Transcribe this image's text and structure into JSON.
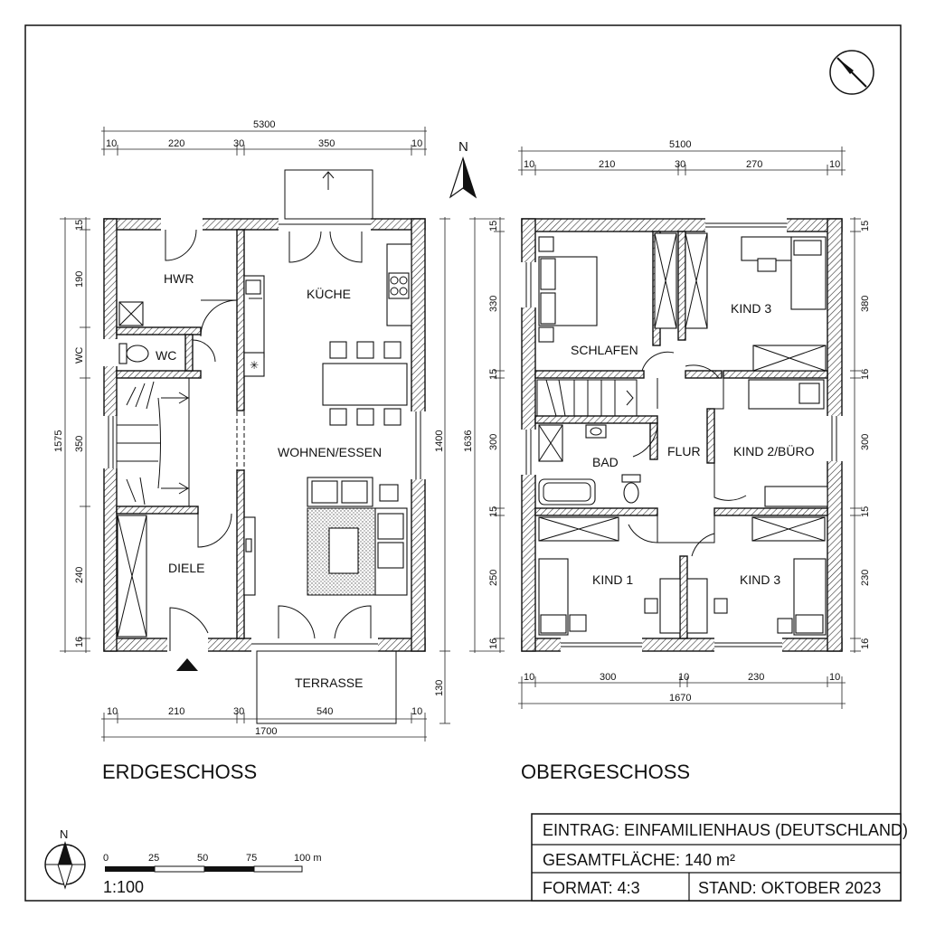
{
  "floors": {
    "ground": {
      "title": "ERDGESCHOSS",
      "rooms": {
        "hwr": "HWR",
        "wc": "WC",
        "kueche": "KÜCHE",
        "wohnen": "WOHNEN/ESSEN",
        "diele": "DIELE",
        "terrasse": "TERRASSE"
      },
      "dims_top": {
        "total": "5300",
        "a": "10",
        "b": "220",
        "c": "30",
        "d": "350",
        "e": "10"
      },
      "dims_bottom": {
        "total": "1700",
        "a": "10",
        "b": "210",
        "c": "30",
        "d": "540",
        "e": "10"
      },
      "dims_left": {
        "total": "1575",
        "a": "15",
        "b": "190",
        "c": "WC",
        "d": "350",
        "e": "240",
        "f": "16"
      },
      "dims_right": {
        "total": "1400",
        "a": "130"
      }
    },
    "upper": {
      "title": "OBERGESCHOSS",
      "rooms": {
        "schlafen": "SCHLAFEN",
        "kind3_top": "KIND 3",
        "bad": "BAD",
        "flur": "FLUR",
        "kind2": "KIND 2/BÜRO",
        "kind1": "KIND 1",
        "kind3_bottom": "KIND 3"
      },
      "dims_top": {
        "total": "5100",
        "a": "10",
        "b": "210",
        "c": "30",
        "d": "270",
        "e": "10"
      },
      "dims_bottom": {
        "total": "1670",
        "a": "10",
        "b": "300",
        "c": "10",
        "d": "230",
        "e": "10"
      },
      "dims_left": {
        "total": "1636",
        "a": "15",
        "b": "330",
        "c": "15",
        "d": "300",
        "e": "15",
        "f": "250",
        "g": "16"
      },
      "dims_right": {
        "a": "15",
        "b": "380",
        "c": "16",
        "d": "300",
        "e": "15",
        "f": "230",
        "g": "16"
      }
    }
  },
  "north_label": "N",
  "scale_bar": {
    "ticks": [
      "0",
      "25",
      "50",
      "75",
      "100 m"
    ],
    "ratio": "1:100",
    "north": "N"
  },
  "title_block": {
    "entry": "EINTRAG: EINFAMILIENHAUS (DEUTSCHLAND)",
    "area": "GESAMTFLÄCHE: 140 m²",
    "format": "FORMAT: 4:3",
    "date": "STAND: OKTOBER 2023"
  }
}
